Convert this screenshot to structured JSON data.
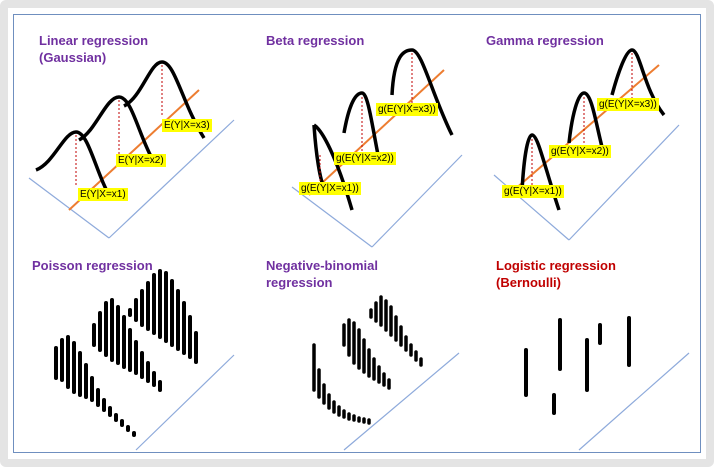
{
  "panels": {
    "linear": {
      "title": "Linear regression\n(Gaussian)",
      "labels": [
        "E(Y|X=x1)",
        "E(Y|X=x2)",
        "E(Y|X=x3)"
      ]
    },
    "beta": {
      "title": "Beta regression",
      "labels": [
        "g(E(Y|X=x1))",
        "g(E(Y|X=x2))",
        "g(E(Y|X=x3))"
      ]
    },
    "gamma": {
      "title": "Gamma regression",
      "labels": [
        "g(E(Y|X=x1))",
        "g(E(Y|X=x2))",
        "g(E(Y|X=x3))"
      ]
    },
    "poisson": {
      "title": "Poisson regression"
    },
    "negbin": {
      "title": "Negative-binomial\nregression"
    },
    "logistic": {
      "title": "Logistic  regression\n(Bernoulli)"
    }
  },
  "colors": {
    "title_purple": "#7030a0",
    "title_red": "#c00000",
    "axis": "#8eaadb",
    "regression_line": "#ed7d31",
    "label_bg": "#ffff00"
  }
}
